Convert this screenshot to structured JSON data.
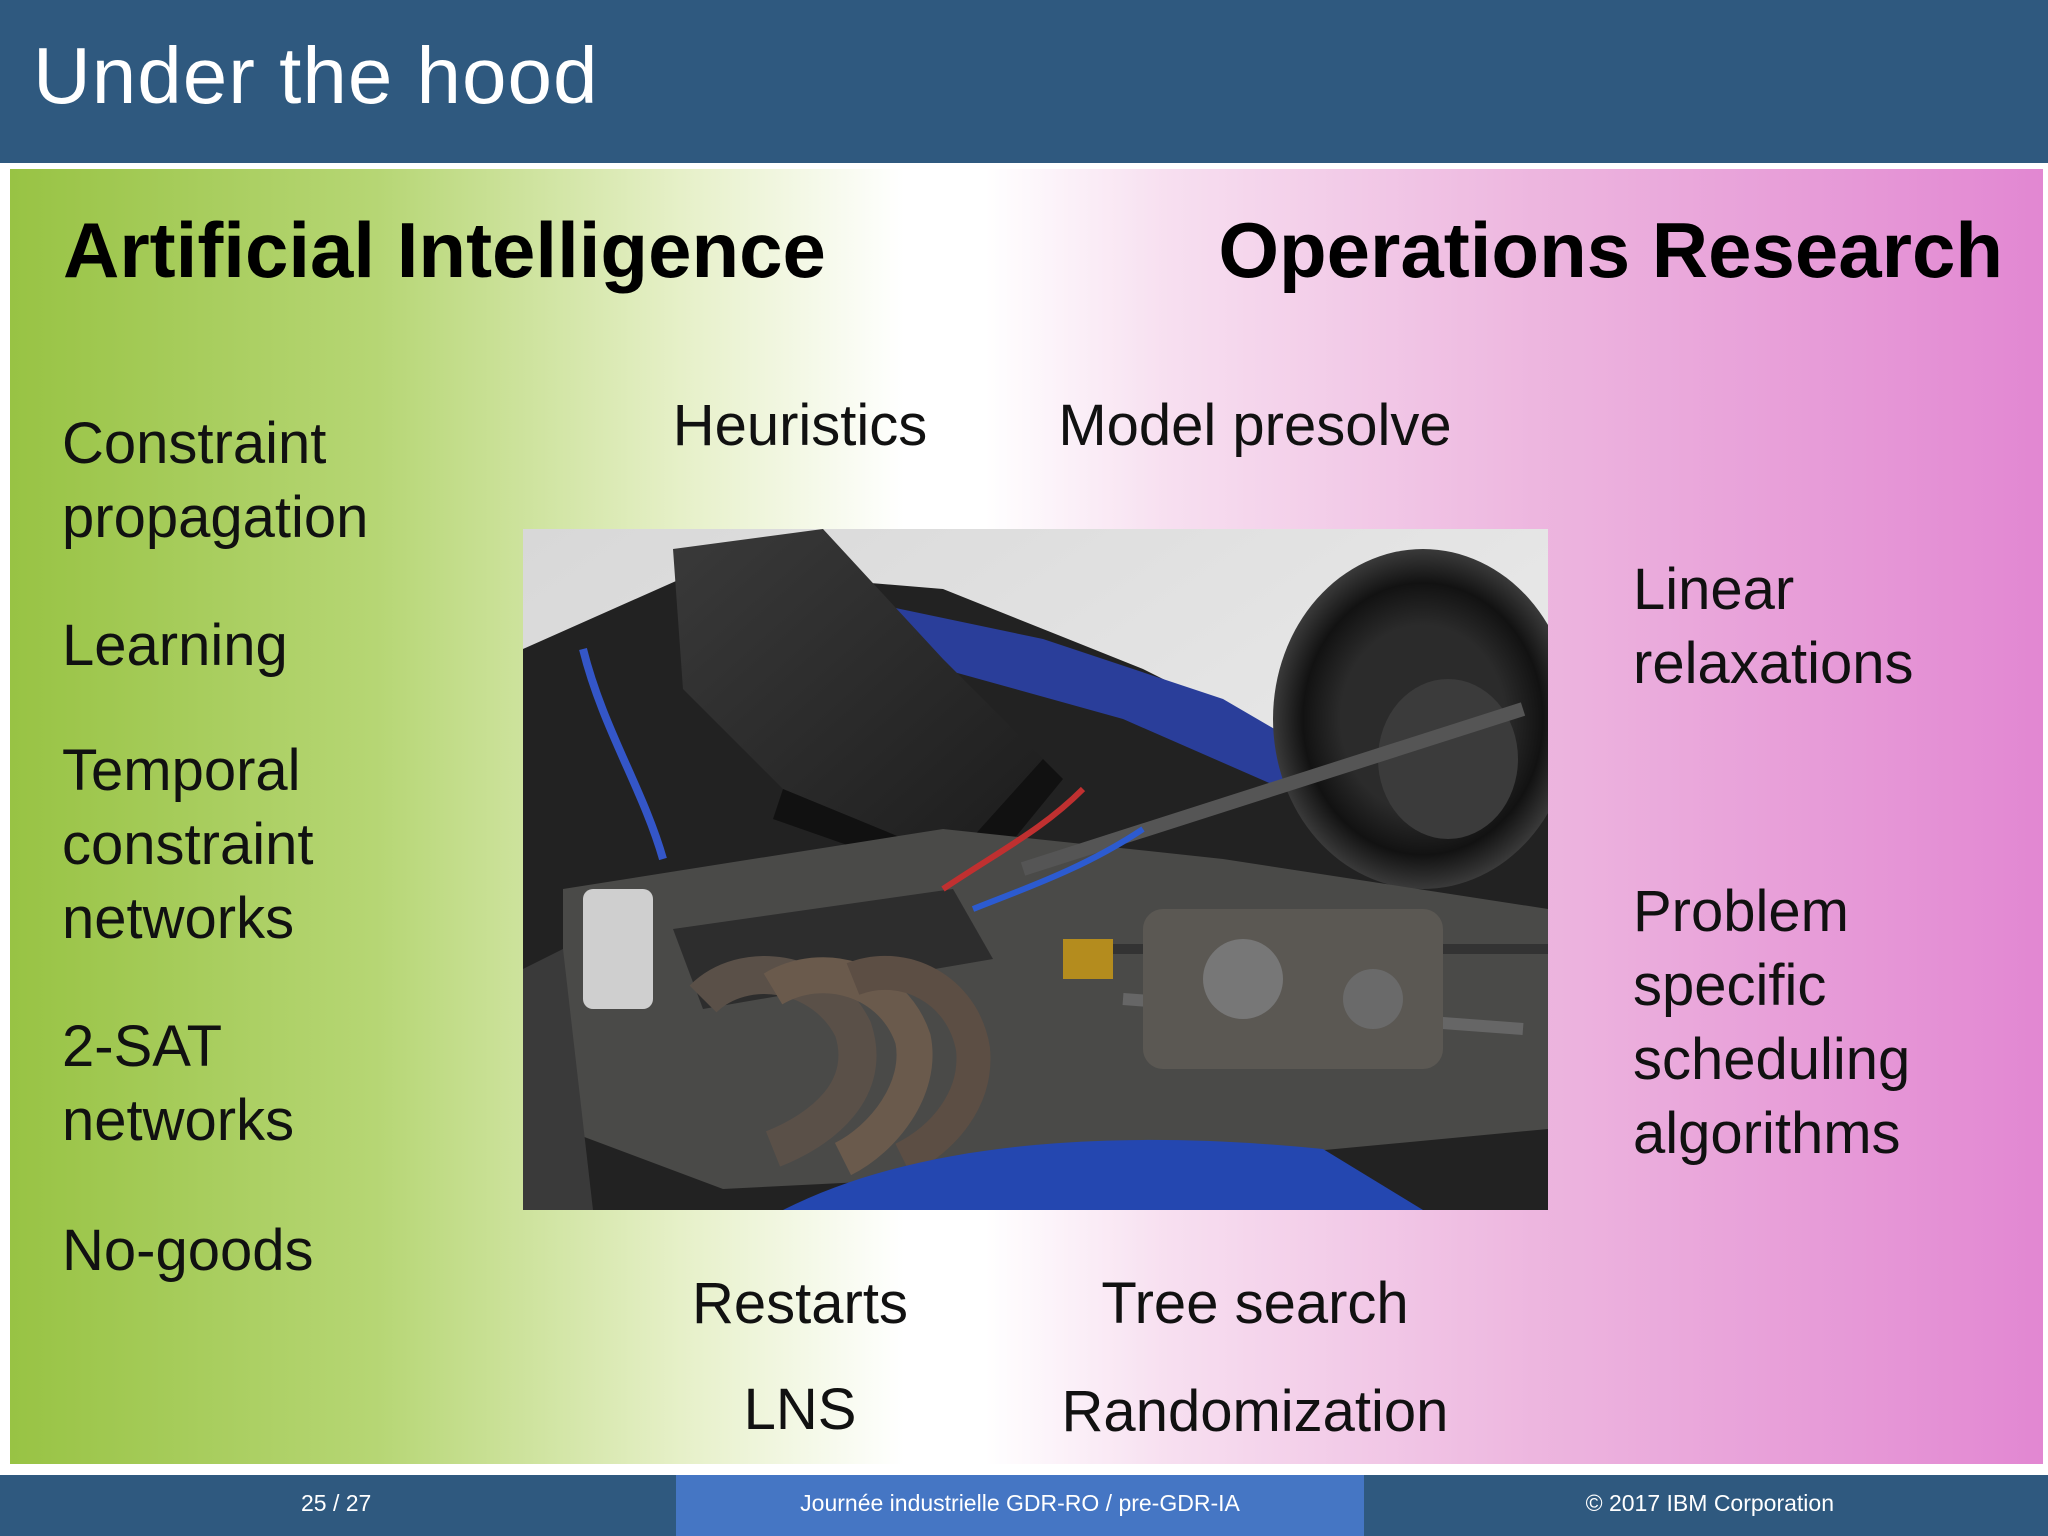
{
  "slide": {
    "title": "Under the hood"
  },
  "left_heading": "Artificial Intelligence",
  "right_heading": "Operations Research",
  "ai_items": [
    "Constraint\npropagation",
    "Learning",
    "Temporal\nconstraint\nnetworks",
    "2-SAT\nnetworks",
    "No-goods"
  ],
  "center_top": [
    "Heuristics",
    "Model presolve"
  ],
  "center_bottom": [
    "Restarts",
    "Tree search",
    "LNS",
    "Randomization"
  ],
  "or_items": [
    "Linear\nrelaxations",
    "Problem\nspecific\nscheduling\nalgorithms"
  ],
  "image": {
    "subject": "racing-car-engine-photo"
  },
  "footer": {
    "page": "25 / 27",
    "event": "Journée industrielle GDR-RO / pre-GDR-IA",
    "copyright": "© 2017 IBM Corporation"
  },
  "colors": {
    "header": "#2f597f",
    "footer_mid": "#4576c4",
    "gradient_left": "#98c344",
    "gradient_right": "#e287d2"
  }
}
